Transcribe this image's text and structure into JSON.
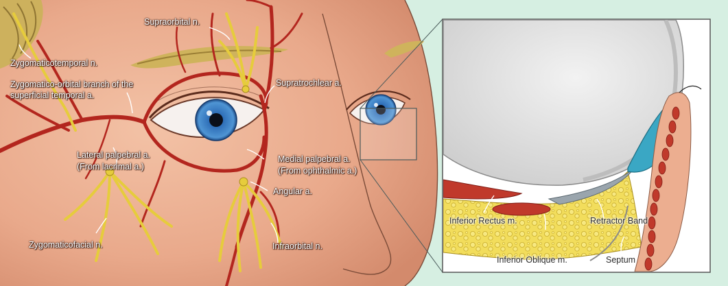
{
  "face_labels": {
    "zygomaticotemporal": "Zygomaticotemporal n.",
    "zygomatico_orbital_1": "Zygomatico-orbital branch of the",
    "zygomatico_orbital_2": "superficial temporal a.",
    "supraorbital": "Supraorbital n.",
    "supratrochlear": "Supratrochlear a.",
    "lateral_palpebral_1": "Lateral palpebral a.",
    "lateral_palpebral_2": "(From lacrimal a.)",
    "medial_palpebral_1": "Medial palpebral a.",
    "medial_palpebral_2": "(From ophthalmic a.)",
    "angular": "Angular a.",
    "infraorbital": "Infraorbital n.",
    "zygomaticofacial": "Zygomaticofacial n."
  },
  "inset_labels": {
    "inferior_rectus": "Inferior Rectus m.",
    "retractor_band": "Retractor Band",
    "inferior_oblique": "Inferior Oblique m.",
    "septum": "Septum"
  },
  "colors": {
    "skin": "#ecae90",
    "artery": "#b3261e",
    "nerve": "#e6cc3c",
    "iris": "#2f6fb8",
    "fat": "#f2dd5c",
    "muscle": "#c0392b",
    "retractor": "#3aa7c4",
    "background": "#d6efe2"
  }
}
